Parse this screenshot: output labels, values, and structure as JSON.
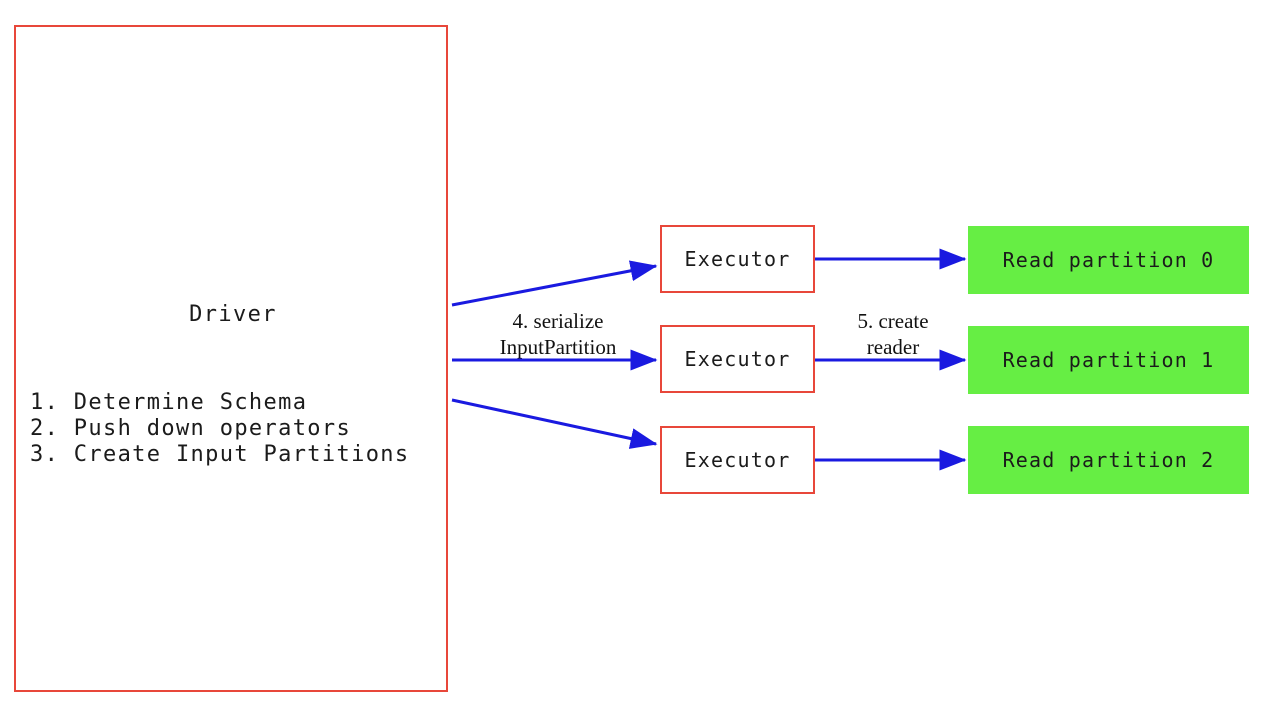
{
  "diagram": {
    "title_semantic": "spark-datasource-v2-read-flow",
    "colors": {
      "box_border_red": "#e8473a",
      "partition_green": "#66ee44",
      "arrow_blue": "#1a1ae0",
      "text_dark": "#1b1b1b",
      "background": "#ffffff"
    },
    "driver": {
      "title": "Driver",
      "steps": [
        "1. Determine Schema",
        "2. Push down operators",
        "3. Create Input Partitions"
      ]
    },
    "executors": [
      {
        "label": "Executor"
      },
      {
        "label": "Executor"
      },
      {
        "label": "Executor"
      }
    ],
    "partitions": [
      {
        "label": "Read partition 0"
      },
      {
        "label": "Read partition 1"
      },
      {
        "label": "Read partition 2"
      }
    ],
    "edge_labels": {
      "serialize": "4. serialize\nInputPartition",
      "create_reader": "5. create\nreader"
    }
  }
}
